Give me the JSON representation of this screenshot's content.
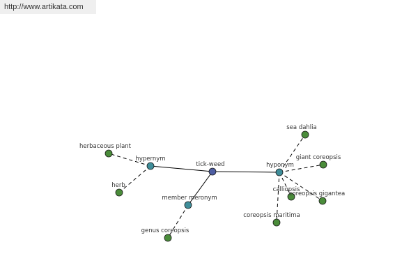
{
  "header": {
    "url": "http://www.artikata.com"
  },
  "graph": {
    "colors": {
      "center": "#4e5ea2",
      "relation": "#3f8e9a",
      "leaf": "#4a8c3a",
      "edge": "#000000"
    },
    "nodes": {
      "tickweed": "tick-weed",
      "hypernym": "hypernym",
      "hyponym": "hyponym",
      "member_meronym": "member meronym",
      "herbaceous_plant": "herbaceous plant",
      "herb": "herb",
      "genus_coreopsis": "genus coreopsis",
      "sea_dahlia": "sea dahlia",
      "giant_coreopsis": "giant coreopsis",
      "calliopsis": "calliopsis",
      "coreopsis_gigantea": "coreopsis gigantea",
      "coreopsis_maritima": "coreopsis maritima"
    }
  }
}
